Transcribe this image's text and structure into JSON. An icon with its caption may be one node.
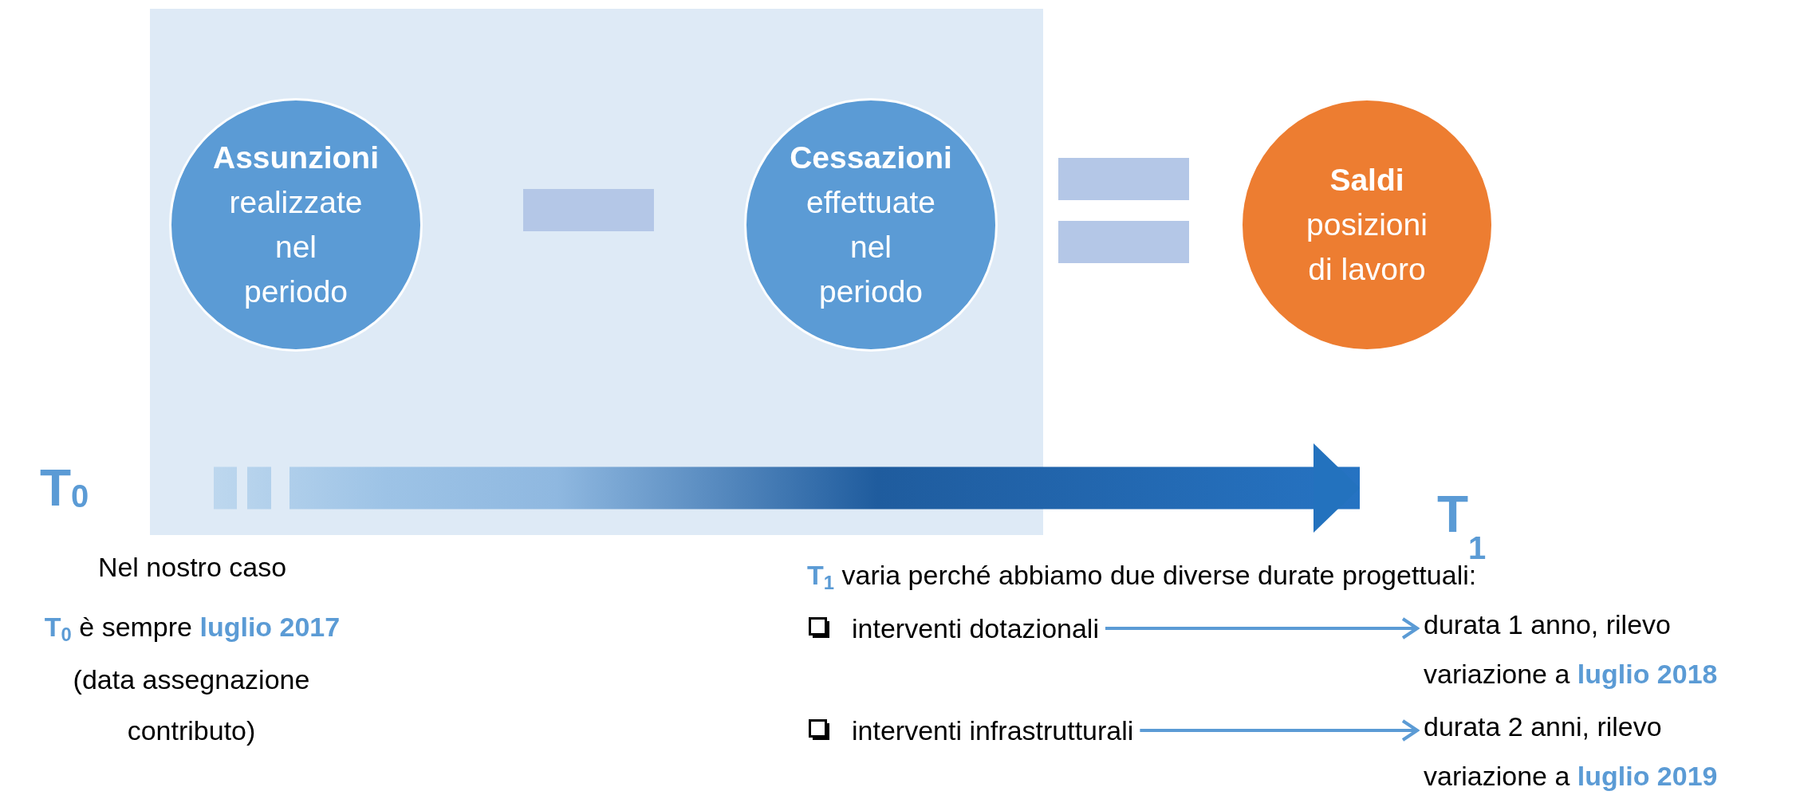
{
  "diagram": {
    "nodes": [
      {
        "text": [],
        "shape": "box"
      },
      {
        "text": [
          "Assunzioni",
          "realizzate nel periodo"
        ],
        "in": 0
      },
      {
        "text": [],
        "shape": "bar",
        "in": 0
      },
      {
        "text": [
          "Cessazioni",
          "effettuate nel periodo"
        ],
        "in": 0
      },
      {
        "text": [],
        "shape": "bar"
      },
      {
        "text": [],
        "shape": "bar"
      },
      {
        "text": [
          "Saldi",
          "posizioni di lavoro"
        ]
      },
      {
        "text": [
          "T$_{0}$"
        ]
      },
      {
        "text": [
          "T$_{1}$"
        ]
      },
      {
        "text": [
          "interventi dotazionali"
        ]
      },
      {
        "text": [
          "durata 1 anno, rilevo variazione a **luglio 2018**"
        ]
      },
      {
        "text": [
          "interventi infrastrutturali"
        ]
      },
      {
        "text": [
          "durata 2 anni, rilevo variazione a **luglio 2019**"
        ]
      }
    ],
    "edges": [
      {
        "from": 7,
        "to": 8,
        "arrow": "to",
        "style": "thick"
      },
      {
        "from": 9,
        "to": 10,
        "arrow": "to"
      },
      {
        "from": 11,
        "to": 12,
        "arrow": "to"
      }
    ],
    "labels": [
      "Nel nostro caso",
      "**T$_{0}$** è sempre **luglio 2017**",
      "(data assegnazione contributo)",
      "**T$_{1}$** varia perché abbiamo due diverse durate progettuali:"
    ]
  }
}
